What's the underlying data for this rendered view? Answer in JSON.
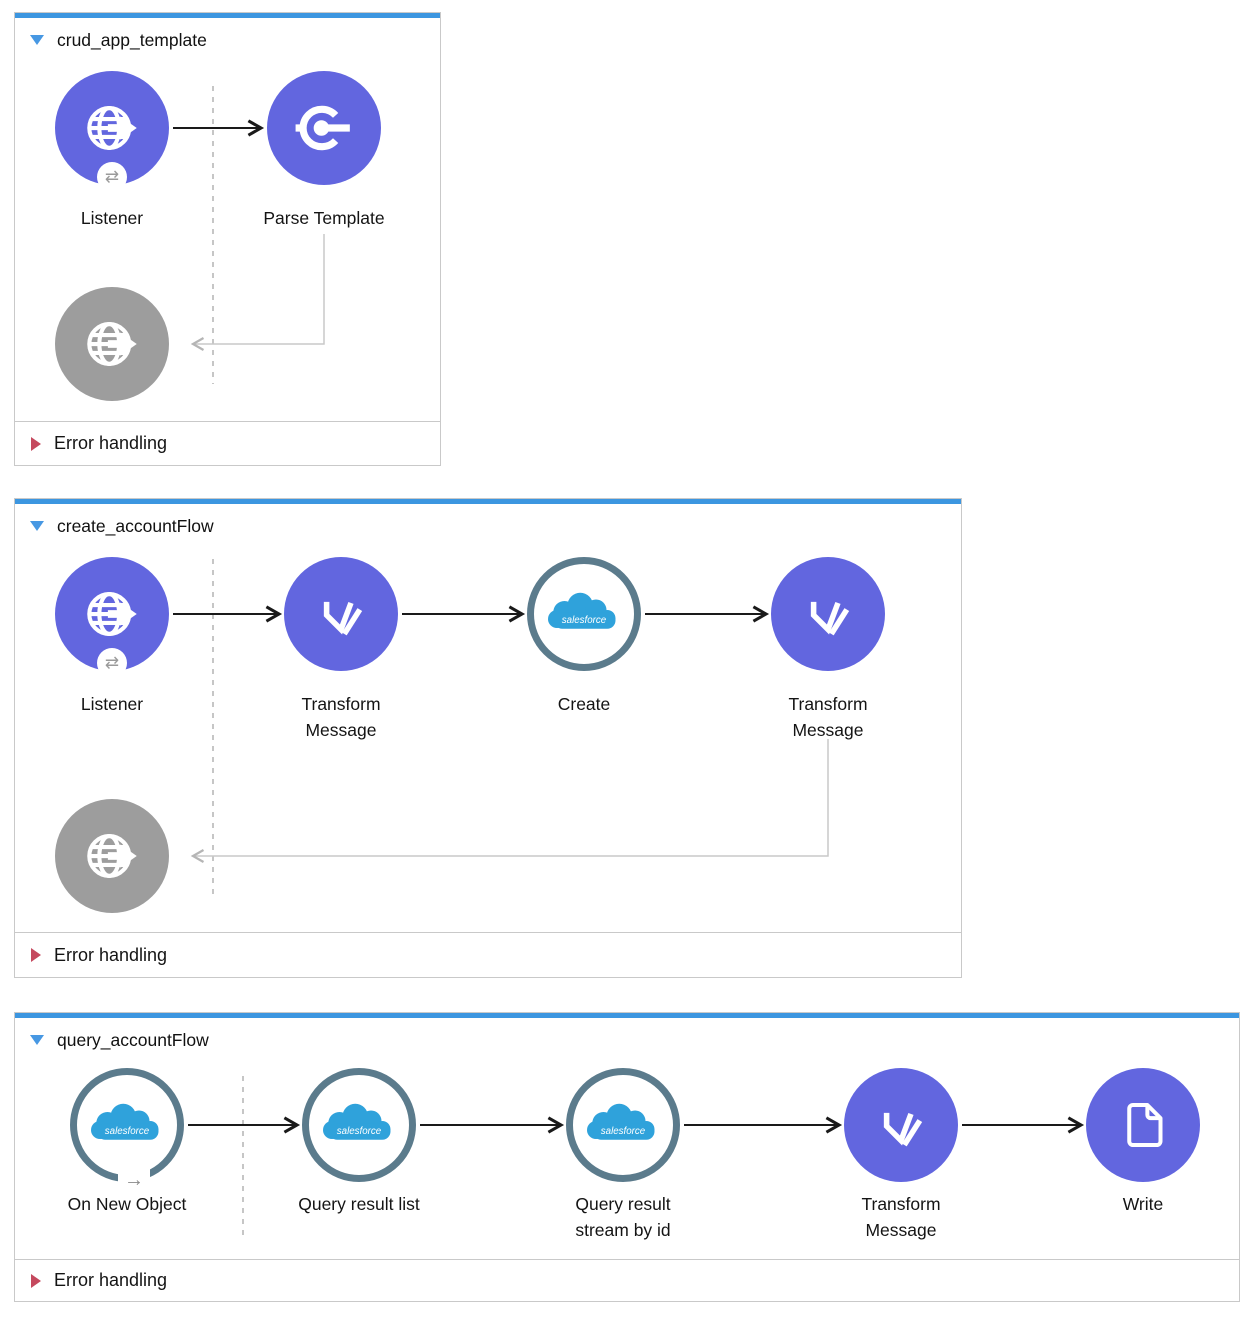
{
  "flows": [
    {
      "title": "crud_app_template",
      "error_label": "Error handling",
      "nodes": [
        {
          "label": "Listener",
          "icon": "http-listener"
        },
        {
          "label": "Parse Template",
          "icon": "parse-template"
        }
      ],
      "error_path_icon": "http-request-gray"
    },
    {
      "title": "create_accountFlow",
      "error_label": "Error handling",
      "nodes": [
        {
          "label": "Listener",
          "icon": "http-listener"
        },
        {
          "label": "Transform Message",
          "icon": "dataweave"
        },
        {
          "label": "Create",
          "icon": "salesforce"
        },
        {
          "label": "Transform Message",
          "icon": "dataweave"
        }
      ],
      "error_path_icon": "http-request-gray"
    },
    {
      "title": "query_accountFlow",
      "error_label": "Error handling",
      "nodes": [
        {
          "label": "On New Object",
          "icon": "salesforce-trigger"
        },
        {
          "label": "Query result list",
          "icon": "salesforce"
        },
        {
          "label": "Query result stream by id",
          "icon": "salesforce"
        },
        {
          "label": "Transform Message",
          "icon": "dataweave"
        },
        {
          "label": "Write",
          "icon": "file-write"
        }
      ]
    }
  ],
  "wordmark": "salesforce",
  "icons": {
    "listener_badge_glyph": "⇄",
    "trigger_badge_glyph": "→"
  },
  "colors": {
    "node_purple": "#6266df",
    "node_gray": "#9d9d9d",
    "ring_slate": "#5b7b8c",
    "salesforce_blue": "#2fa2db",
    "selected_bar_blue": "#3c96e0",
    "collapse_triangle_blue": "#4798e3",
    "error_triangle_red": "#c5495e",
    "border_gray": "#c9c9c9",
    "connector_black": "#1a1a1a",
    "connector_gray": "#c9c9c9"
  }
}
